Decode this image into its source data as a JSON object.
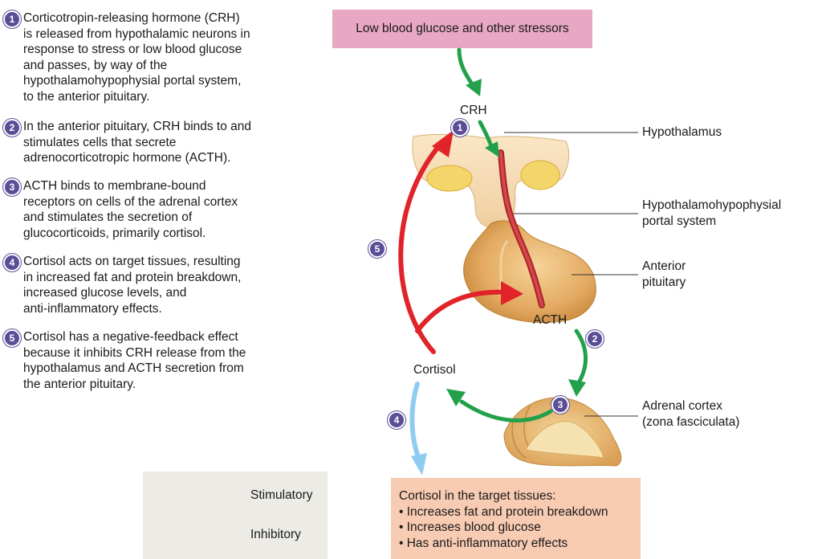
{
  "steps": [
    {
      "num": "1",
      "lines": [
        "Corticotropin-releasing hormone (CRH)",
        "is released from hypothalamic neurons in",
        "response to stress or low blood glucose",
        "and passes, by way of the",
        "hypothalamohypophysial portal system,",
        "to the anterior pituitary."
      ]
    },
    {
      "num": "2",
      "lines": [
        "In the anterior pituitary, CRH binds to and",
        "stimulates cells that secrete",
        "adrenocorticotropic hormone (ACTH)."
      ]
    },
    {
      "num": "3",
      "lines": [
        "ACTH binds to membrane-bound",
        "receptors on cells of the adrenal cortex",
        "and stimulates the secretion of",
        "glucocorticoids, primarily cortisol."
      ]
    },
    {
      "num": "4",
      "lines": [
        "Cortisol acts on target tissues, resulting",
        "in increased fat and protein breakdown,",
        "increased glucose levels, and",
        "anti-inflammatory effects."
      ]
    },
    {
      "num": "5",
      "lines": [
        "Cortisol has a negative-feedback effect",
        "because it inhibits CRH release from the",
        "hypothalamus and ACTH secretion from",
        "the anterior pituitary."
      ]
    }
  ],
  "stressor_box": "Low blood glucose and other stressors",
  "labels": {
    "crh": "CRH",
    "acth": "ACTH",
    "cortisol": "Cortisol",
    "hypothalamus": "Hypothalamus",
    "portal_1": "Hypothalamohypophysial",
    "portal_2": "portal system",
    "pituitary_1": "Anterior",
    "pituitary_2": "pituitary",
    "adrenal_1": "Adrenal cortex",
    "adrenal_2": "(zona fasciculata)"
  },
  "badges": {
    "b1": "1",
    "b2": "2",
    "b3": "3",
    "b4": "4",
    "b5": "5"
  },
  "legend": {
    "stimulatory": "Stimulatory",
    "inhibitory": "Inhibitory"
  },
  "target_tissues": {
    "heading": "Cortisol in the target tissues:",
    "items": [
      "• Increases fat and protein breakdown",
      "• Increases blood glucose",
      "• Has anti-inflammatory effects"
    ]
  },
  "colors": {
    "stimulatory": "#22a04a",
    "inhibitory": "#e0242a",
    "badge": "#5b4e96",
    "stressor_box": "#e8a8c4",
    "tissue_box": "#f8cbb3",
    "effect_arrow": "#8fcdf0"
  }
}
